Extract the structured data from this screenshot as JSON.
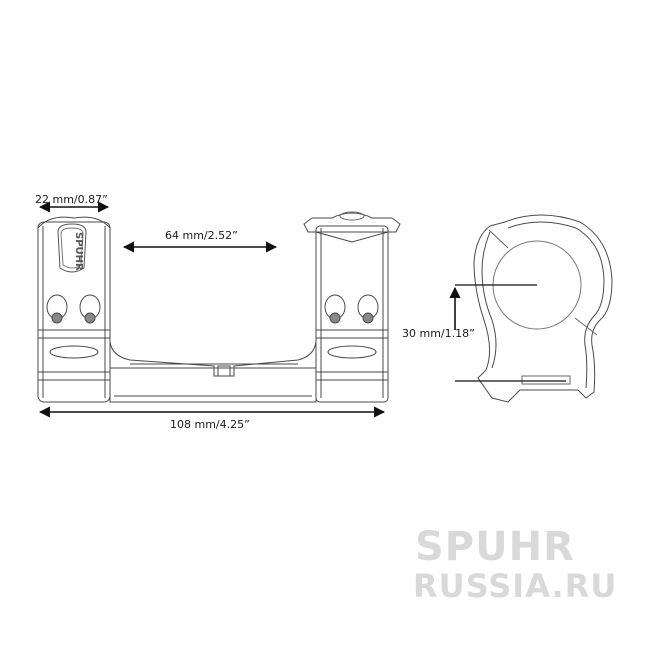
{
  "diagram": {
    "subject": "Scope mount technical drawing",
    "front_view": {
      "ring_width": "22 mm/0.87”",
      "ring_spacing": "64 mm/2.52”",
      "total_length": "108 mm/4.25”",
      "logo_text": "SPUHR"
    },
    "side_view": {
      "ring_height": "30 mm/1.18”"
    }
  },
  "watermark": {
    "line1": "SPUHR",
    "line2": "RUSSIA.RU",
    "color": "#d9d9d9"
  },
  "colors": {
    "line": "#3a3a3a",
    "arrow": "#111111",
    "background": "#ffffff"
  }
}
